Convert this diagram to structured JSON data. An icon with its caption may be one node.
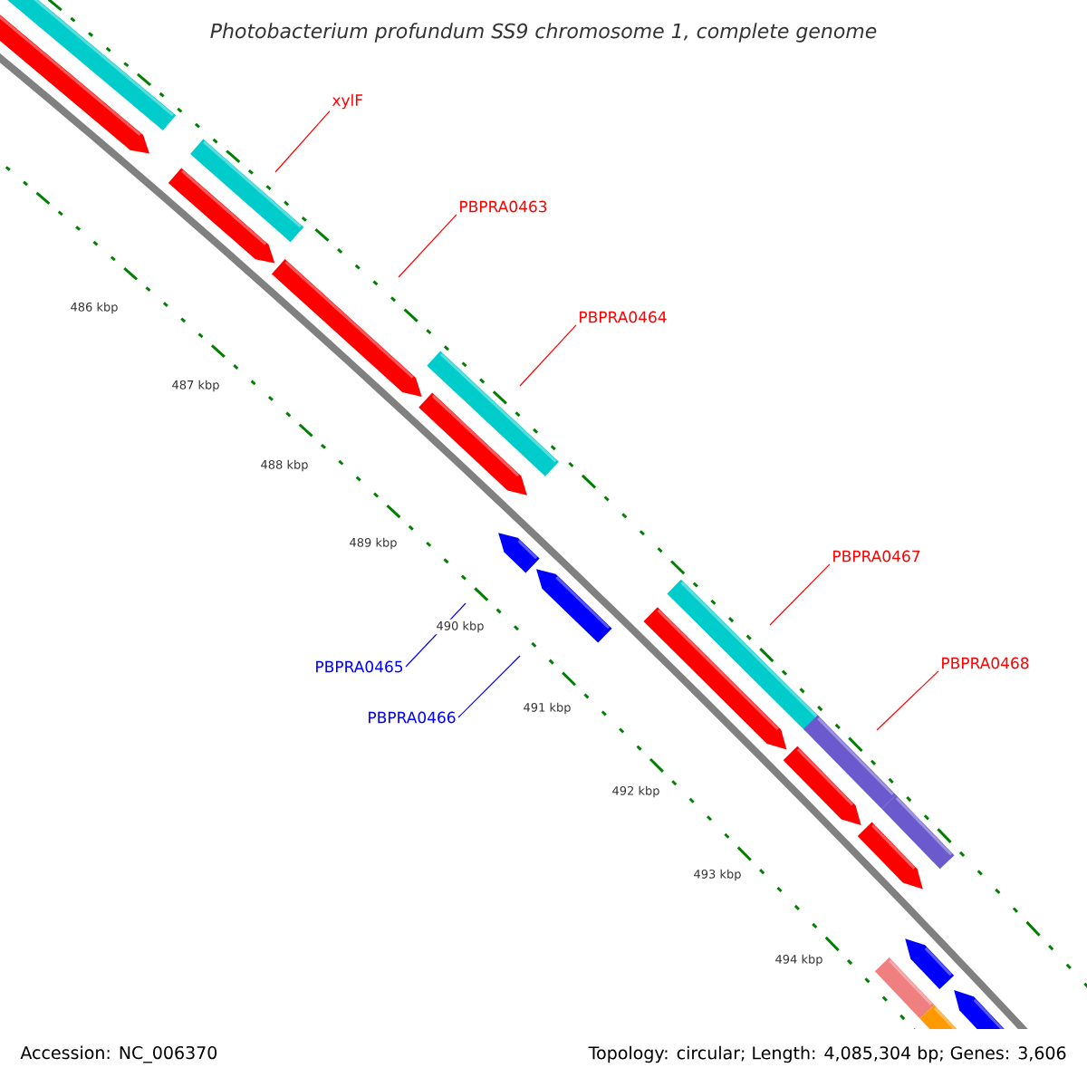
{
  "diagram": {
    "title": "Photobacterium profundum SS9 chromosome 1, complete genome",
    "nodes": [
      {
        "text": [
          "xylF"
        ]
      },
      {
        "text": [
          "PBPRA0463"
        ]
      },
      {
        "text": [
          "PBPRA0464"
        ]
      },
      {
        "text": [
          "PBPRA0465"
        ]
      },
      {
        "text": [
          "PBPRA0466"
        ]
      },
      {
        "text": [
          "PBPRA0467"
        ]
      },
      {
        "text": [
          "PBPRA0468"
        ]
      }
    ],
    "edges": [
      {
        "from": 0,
        "to": null,
        "arrow": "none"
      },
      {
        "from": 1,
        "to": null,
        "arrow": "none"
      },
      {
        "from": 2,
        "to": null,
        "arrow": "none"
      },
      {
        "from": 3,
        "to": null,
        "arrow": "none",
        "color": "#0000ff"
      },
      {
        "from": 4,
        "to": null,
        "arrow": "none",
        "color": "#0000ff"
      },
      {
        "from": 5,
        "to": null,
        "arrow": "none"
      },
      {
        "from": 6,
        "to": null,
        "arrow": "none"
      }
    ],
    "labels": [
      "486 kbp",
      "487 kbp",
      "488 kbp",
      "489 kbp",
      "490 kbp",
      "491 kbp",
      "492 kbp",
      "493 kbp",
      "494 kbp",
      "Accession: NC_006370",
      "Topology: circular; Length: 4,085,304 bp; Genes: 3,606"
    ]
  }
}
